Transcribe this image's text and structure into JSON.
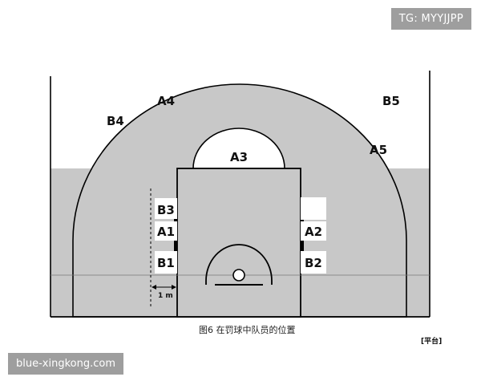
{
  "tag_text": "TG: MYYJJPP",
  "watermark_text": "blue-xingkong.com",
  "caption": "图6 在罚球中队员的位置",
  "corner_mark": "[平台]",
  "distance_label": "1 m",
  "positions": {
    "A1": "A1",
    "A2": "A2",
    "A3": "A3",
    "A4": "A4",
    "A5": "A5",
    "B1": "B1",
    "B2": "B2",
    "B3": "B3",
    "B4": "B4",
    "B5": "B5"
  },
  "colors": {
    "floor": "#c8c8c8",
    "lines": "#000000",
    "paint": "#c8c8c8"
  }
}
